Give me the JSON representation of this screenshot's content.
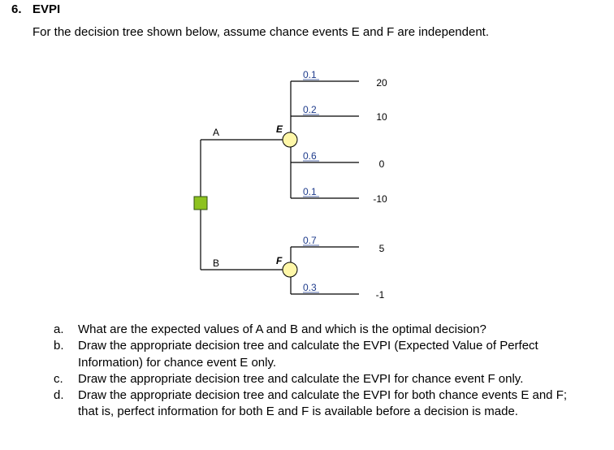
{
  "problem": {
    "number": "6.",
    "title": "EVPI",
    "intro": "For the decision tree shown below, assume chance events E and F are independent."
  },
  "tree": {
    "decision_labels": {
      "a": "A",
      "b": "B"
    },
    "chance_labels": {
      "e": "E",
      "f": "F"
    },
    "probabilities": {
      "e1": "0.1",
      "e2": "0.2",
      "e3": "0.6",
      "e4": "0.1",
      "f1": "0.7",
      "f2": "0.3"
    },
    "payoffs": {
      "e1": "20",
      "e2": "10",
      "e3": "0",
      "e4": "-10",
      "f1": "5",
      "f2": "-1"
    },
    "colors": {
      "decision_node": "#8dc21f",
      "chance_node": "#fff7a8",
      "line": "#000000",
      "probability_text": "#1f3c8c"
    }
  },
  "questions": [
    {
      "letter": "a.",
      "text": "What are the expected values of A and B and which is the optimal decision?"
    },
    {
      "letter": "b.",
      "text": "Draw the appropriate decision tree and calculate the EVPI (Expected Value of Perfect Information) for chance event E only."
    },
    {
      "letter": "c.",
      "text": "Draw the appropriate decision tree and calculate the EVPI for chance event F only."
    },
    {
      "letter": "d.",
      "text": "Draw the appropriate decision tree and calculate the EVPI for both chance events E and F; that is, perfect information for both E and F is available before a decision is made."
    }
  ]
}
